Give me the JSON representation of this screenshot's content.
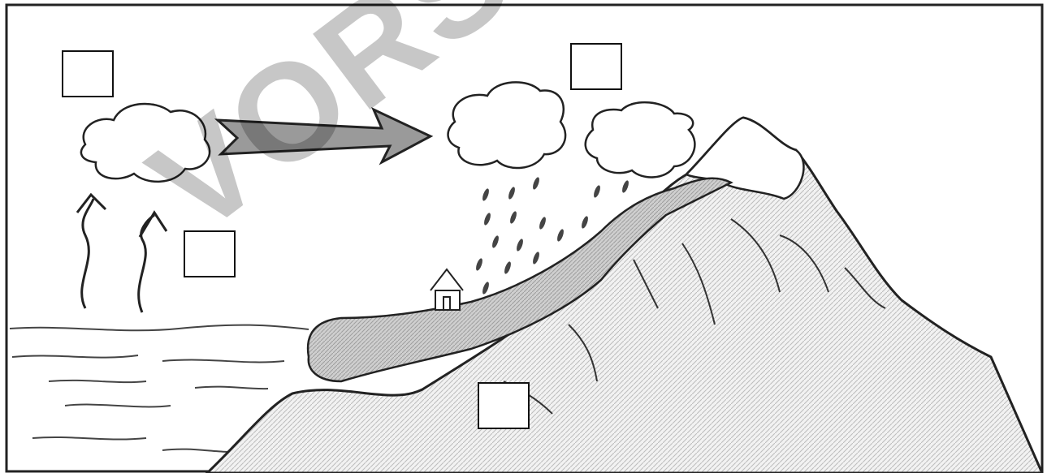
{
  "watermark": "VORSC",
  "colors": {
    "stroke": "#222222",
    "shade": "#b9b9b9",
    "land": "#e6e6e6",
    "background": "#ffffff"
  },
  "answer_boxes": [
    {
      "id": "box-1",
      "value": ""
    },
    {
      "id": "box-2",
      "value": ""
    },
    {
      "id": "box-3",
      "value": ""
    },
    {
      "id": "box-4",
      "value": ""
    }
  ]
}
